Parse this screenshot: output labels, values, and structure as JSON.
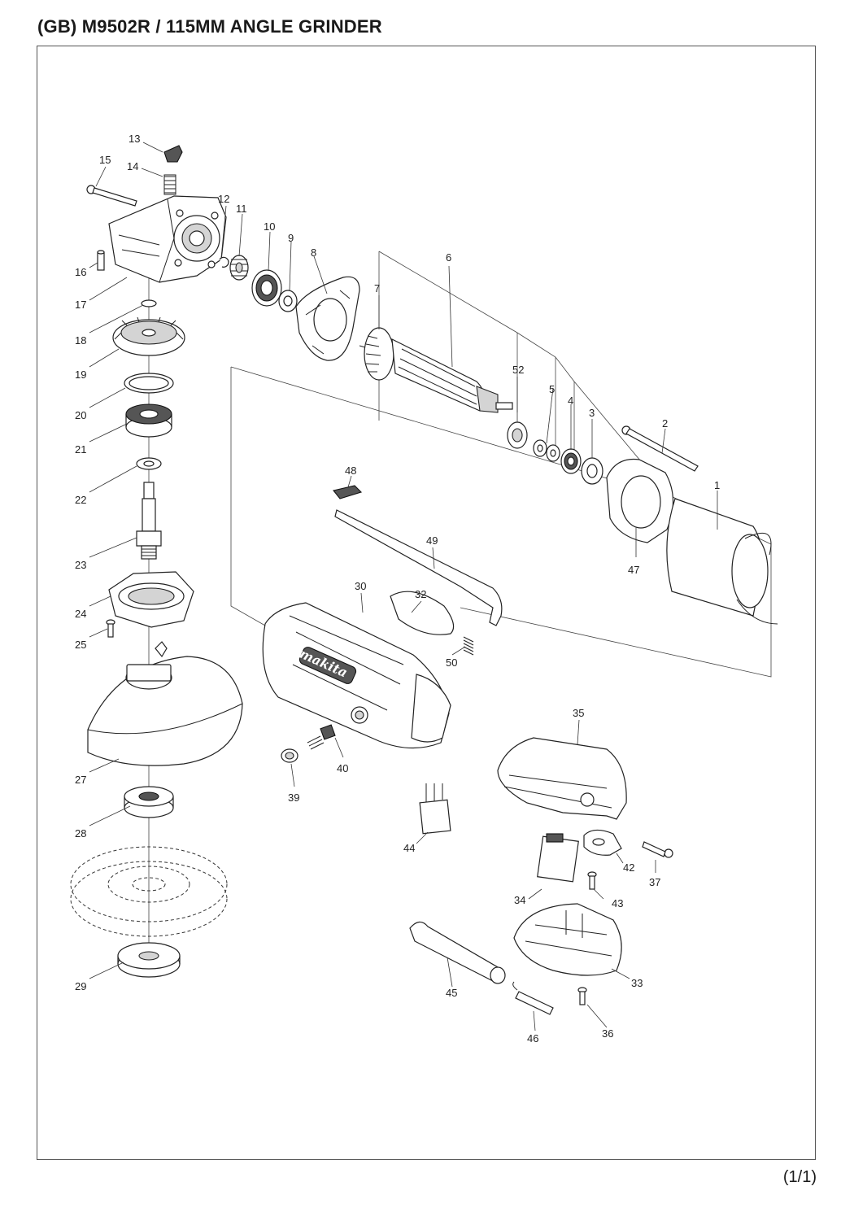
{
  "header": {
    "title": "(GB) M9502R / 115MM ANGLE GRINDER"
  },
  "footer": {
    "page": "(1/1)"
  },
  "diagram": {
    "brand": "makita",
    "labels": {
      "p1": "1",
      "p2": "2",
      "p3": "3",
      "p4": "4",
      "p5": "5",
      "p6": "6",
      "p7": "7",
      "p8": "8",
      "p9": "9",
      "p10": "10",
      "p11": "11",
      "p12": "12",
      "p13": "13",
      "p14": "14",
      "p15": "15",
      "p16": "16",
      "p17": "17",
      "p18": "18",
      "p19": "19",
      "p20": "20",
      "p21": "21",
      "p22": "22",
      "p23": "23",
      "p24": "24",
      "p25": "25",
      "p27": "27",
      "p28": "28",
      "p29": "29",
      "p30": "30",
      "p32": "32",
      "p33": "33",
      "p34": "34",
      "p35": "35",
      "p36": "36",
      "p37": "37",
      "p39": "39",
      "p40": "40",
      "p42": "42",
      "p43": "43",
      "p44": "44",
      "p45": "45",
      "p46": "46",
      "p47": "47",
      "p48": "48",
      "p49": "49",
      "p50": "50",
      "p52": "52"
    }
  }
}
